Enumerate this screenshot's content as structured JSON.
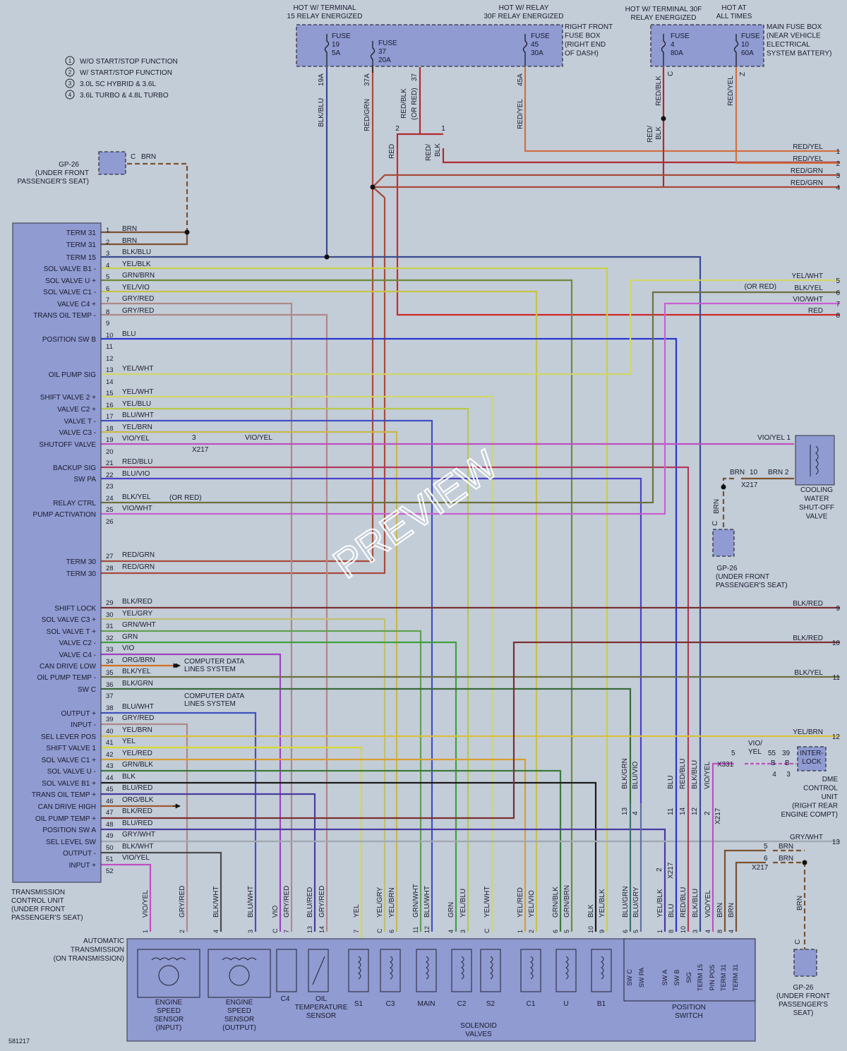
{
  "drawing_number": "581217",
  "watermark": "PREVIEW",
  "legend": [
    {
      "num": "1",
      "text": "W/O START/STOP FUNCTION"
    },
    {
      "num": "2",
      "text": "W/ START/STOP FUNCTION"
    },
    {
      "num": "3",
      "text": "3.0L SC HYBRID & 3.6L"
    },
    {
      "num": "4",
      "text": "3.6L TURBO & 4.8L TURBO"
    }
  ],
  "headers": {
    "hot15": [
      "HOT W/ TERMINAL",
      "15 RELAY ENERGIZED"
    ],
    "hot30f": [
      "HOT W/ RELAY",
      "30F RELAY ENERGIZED"
    ],
    "hotterm30f": [
      "HOT W/ TERMINAL 30F",
      "RELAY ENERGIZED"
    ],
    "hotall": [
      "HOT AT",
      "ALL TIMES"
    ]
  },
  "right_fuse_box": [
    "RIGHT FRONT",
    "FUSE BOX",
    "(RIGHT END",
    "OF DASH)"
  ],
  "main_fuse_box": [
    "MAIN FUSE BOX",
    "(NEAR VEHICLE",
    "ELECTRICAL",
    "SYSTEM BATTERY)"
  ],
  "fuses": [
    {
      "lines": [
        "FUSE",
        "19",
        "5A"
      ]
    },
    {
      "lines": [
        "FUSE",
        "37",
        "20A"
      ]
    },
    {
      "lines": [
        "FUSE",
        "45",
        "30A"
      ]
    },
    {
      "lines": [
        "FUSE",
        "4",
        "80A"
      ]
    },
    {
      "lines": [
        "FUSE",
        "10",
        "60A"
      ]
    }
  ],
  "fuse_pins": {
    "f19": "19A",
    "f37": "37A",
    "f37b": "37",
    "f45": "45A",
    "f4": "C",
    "f10": "Z"
  },
  "top_wire_labels": {
    "w19": "BLK/BLU",
    "w37": "RED/GRN",
    "w37b": "RED/BLK",
    "w37b_alt": "(OR RED)",
    "w45": "RED/YEL",
    "w4a": "RED/BLK",
    "w4b": "RED/",
    "w4b2": "BLK",
    "w10": "RED/YEL",
    "red": "RED",
    "redblk1": "RED/",
    "redblk2": "BLK",
    "opt2": "2",
    "opt1": "1"
  },
  "right_top_wires": [
    {
      "label": "RED/YEL",
      "num": "1"
    },
    {
      "label": "RED/YEL",
      "num": "2"
    },
    {
      "label": "RED/GRN",
      "num": "3"
    },
    {
      "label": "RED/GRN",
      "num": "4"
    }
  ],
  "right_mid_wires": [
    {
      "label": "YEL/WHT",
      "num": "5"
    },
    {
      "label": "BLK/YEL",
      "num": "6",
      "alt": "(OR RED)"
    },
    {
      "label": "VIO/WHT",
      "num": "7"
    },
    {
      "label": "RED",
      "num": "8"
    }
  ],
  "right_low_wires": [
    {
      "label": "BLK/RED",
      "num": "9"
    },
    {
      "label": "BLK/RED",
      "num": "10"
    },
    {
      "label": "BLK/YEL",
      "num": "11"
    },
    {
      "label": "YEL/BRN",
      "num": "12"
    },
    {
      "label": "GRY/WHT",
      "num": "13"
    }
  ],
  "gp26": {
    "name": "GP-26",
    "loc": [
      "(UNDER FRONT",
      "PASSENGER'S SEAT)"
    ],
    "loc_b": [
      "(UNDER FRONT",
      "PASSENGER'S",
      "SEAT)"
    ],
    "pin": "C",
    "wire": "BRN"
  },
  "tcu_label": [
    "TRANSMISSION",
    "CONTROL UNIT",
    "(UNDER FRONT",
    "PASSENGER'S SEAT)"
  ],
  "tcu_pins": [
    {
      "n": "1",
      "name": "TERM 31",
      "wire": "BRN"
    },
    {
      "n": "2",
      "name": "TERM 31",
      "wire": "BRN"
    },
    {
      "n": "3",
      "name": "TERM 15",
      "wire": "BLK/BLU"
    },
    {
      "n": "4",
      "name": "SOL VALVE B1 -",
      "wire": "YEL/BLK"
    },
    {
      "n": "5",
      "name": "SOL VALVE U +",
      "wire": "GRN/BRN"
    },
    {
      "n": "6",
      "name": "SOL VALVE C1 -",
      "wire": "YEL/VIO"
    },
    {
      "n": "7",
      "name": "VALVE C4 +",
      "wire": "GRY/RED"
    },
    {
      "n": "8",
      "name": "TRANS OIL TEMP -",
      "wire": "GRY/RED"
    },
    {
      "n": "9",
      "name": "",
      "wire": ""
    },
    {
      "n": "10",
      "name": "POSITION SW B",
      "wire": "BLU"
    },
    {
      "n": "11",
      "name": "",
      "wire": ""
    },
    {
      "n": "12",
      "name": "",
      "wire": ""
    },
    {
      "n": "13",
      "name": "OIL PUMP SIG",
      "wire": "YEL/WHT"
    },
    {
      "n": "14",
      "name": "",
      "wire": ""
    },
    {
      "n": "15",
      "name": "SHIFT VALVE 2 +",
      "wire": "YEL/WHT"
    },
    {
      "n": "16",
      "name": "VALVE C2 +",
      "wire": "YEL/BLU"
    },
    {
      "n": "17",
      "name": "VALVE T -",
      "wire": "BLU/WHT"
    },
    {
      "n": "18",
      "name": "VALVE C3 -",
      "wire": "YEL/BRN"
    },
    {
      "n": "19",
      "name": "SHUTOFF VALVE",
      "wire": "VIO/YEL"
    },
    {
      "n": "20",
      "name": "",
      "wire": ""
    },
    {
      "n": "21",
      "name": "BACKUP SIG",
      "wire": "RED/BLU"
    },
    {
      "n": "22",
      "name": "SW PA",
      "wire": "BLU/VIO"
    },
    {
      "n": "23",
      "name": "",
      "wire": ""
    },
    {
      "n": "24",
      "name": "RELAY CTRL",
      "wire": "BLK/YEL",
      "alt": "(OR RED)"
    },
    {
      "n": "25",
      "name": "PUMP ACTIVATION",
      "wire": "VIO/WHT"
    },
    {
      "n": "26",
      "name": "",
      "wire": ""
    },
    {
      "n": "27",
      "name": "TERM 30",
      "wire": "RED/GRN"
    },
    {
      "n": "28",
      "name": "TERM 30",
      "wire": "RED/GRN"
    },
    {
      "n": "29",
      "name": "SHIFT LOCK",
      "wire": "BLK/RED"
    },
    {
      "n": "30",
      "name": "SOL VALVE C3 +",
      "wire": "YEL/GRY"
    },
    {
      "n": "31",
      "name": "SOL VALVE T +",
      "wire": "GRN/WHT"
    },
    {
      "n": "32",
      "name": "VALVE C2 -",
      "wire": "GRN"
    },
    {
      "n": "33",
      "name": "VALVE C4 -",
      "wire": "VIO"
    },
    {
      "n": "34",
      "name": "CAN DRIVE LOW",
      "wire": "ORG/BRN"
    },
    {
      "n": "35",
      "name": "OIL PUMP TEMP -",
      "wire": "BLK/YEL"
    },
    {
      "n": "36",
      "name": "SW C",
      "wire": "BLK/GRN"
    },
    {
      "n": "37",
      "name": "",
      "wire": ""
    },
    {
      "n": "38",
      "name": "OUTPUT +",
      "wire": "BLU/WHT"
    },
    {
      "n": "39",
      "name": "INPUT -",
      "wire": "GRY/RED"
    },
    {
      "n": "40",
      "name": "SEL LEVER POS",
      "wire": "YEL/BRN"
    },
    {
      "n": "41",
      "name": "SHIFT VALVE 1",
      "wire": "YEL"
    },
    {
      "n": "42",
      "name": "SOL VALVE C1 +",
      "wire": "YEL/RED"
    },
    {
      "n": "43",
      "name": "SOL VALVE U -",
      "wire": "GRN/BLK"
    },
    {
      "n": "44",
      "name": "SOL VALVE B1 +",
      "wire": "BLK"
    },
    {
      "n": "45",
      "name": "TRANS OIL TEMP +",
      "wire": "BLU/RED"
    },
    {
      "n": "46",
      "name": "CAN DRIVE HIGH",
      "wire": "ORG/BLK"
    },
    {
      "n": "47",
      "name": "OIL PUMP TEMP +",
      "wire": "BLK/RED"
    },
    {
      "n": "48",
      "name": "POSITION SW A",
      "wire": "BLU/RED"
    },
    {
      "n": "49",
      "name": "SEL LEVEL SW",
      "wire": "GRY/WHT"
    },
    {
      "n": "50",
      "name": "OUTPUT -",
      "wire": "BLK/WHT"
    },
    {
      "n": "51",
      "name": "INPUT +",
      "wire": "VIO/YEL"
    },
    {
      "n": "52",
      "name": "",
      "wire": ""
    }
  ],
  "cds": [
    "COMPUTER DATA",
    "LINES SYSTEM"
  ],
  "x217": "X217",
  "x331": "X331",
  "shutoff_conn_pin": "3",
  "shutoff_wire": "VIO/YEL",
  "cooling": {
    "label": [
      "COOLING",
      "WATER",
      "SHUT-OFF",
      "VALVE"
    ],
    "wire_in": "VIO/YEL 1",
    "brn_a": "BRN",
    "pin10": "10",
    "brn_b": "BRN 2",
    "vert": "BRN"
  },
  "interlock": {
    "label": [
      "INTER-",
      "LOCK"
    ],
    "dme": [
      "DME",
      "CONTROL",
      "UNIT",
      "(RIGHT REAR",
      "ENGINE COMPT)"
    ],
    "wire": [
      "VIO/",
      "YEL"
    ],
    "p5": "5",
    "p55": "55",
    "p39": "39",
    "b": "B",
    "c4": "4",
    "c3": "3"
  },
  "brn_right": {
    "p5": "5",
    "p6": "6",
    "w": "BRN",
    "vert": "BRN"
  },
  "pos_conn": {
    "wires": [
      "BLK/GRN",
      "BLU/VIO",
      "BLU",
      "RED/BLU",
      "BLK/BLU",
      "VIO/YEL"
    ],
    "pins": [
      "13",
      "4",
      "11",
      "14",
      "12",
      "2"
    ],
    "pin_x": "2"
  },
  "bottom_wires": [
    "VIO/YEL",
    "GRY/RED",
    "BLK/WHT",
    "BLU/WHT",
    "VIO",
    "GRY/RED",
    "BLU/RED",
    "GRY/RED",
    "YEL",
    "YEL/GRY",
    "YEL/BRN",
    "GRN/WHT",
    "BLU/WHT",
    "GRN",
    "YEL/BLU",
    "YEL/WHT",
    "YEL/RED",
    "YEL/VIO",
    "GRN/BLK",
    "GRN/BRN",
    "BLK",
    "YEL/BLK",
    "BLU/GRN",
    "BLU/GRY",
    "YEL/BLK",
    "BLU",
    "RED/BLU",
    "BLK/BLU",
    "VIO/YEL",
    "BRN",
    "BRN"
  ],
  "bottom_pins": [
    "1",
    "2",
    "4",
    "3",
    "C",
    "7",
    "13",
    "14",
    "7",
    "C",
    "6",
    "11",
    "12",
    "4",
    "3",
    "C",
    "1",
    "2",
    "6",
    "5",
    "10",
    "9",
    "6",
    "5",
    "1",
    "8",
    "10",
    "3",
    "4",
    "8",
    "4"
  ],
  "atrans_label": [
    "AUTOMATIC",
    "TRANSMISSION",
    "(ON TRANSMISSION)"
  ],
  "components": {
    "ess_in": [
      "ENGINE",
      "SPEED",
      "SENSOR",
      "(INPUT)"
    ],
    "ess_out": [
      "ENGINE",
      "SPEED",
      "SENSOR",
      "(OUTPUT)"
    ],
    "c4": "C4",
    "oil": [
      "OIL",
      "TEMPERATURE",
      "SENSOR"
    ],
    "sols": [
      "S1",
      "C3",
      "MAIN",
      "C2",
      "S2",
      "C1",
      "U",
      "B1"
    ],
    "sol_label": [
      "SOLENOID",
      "VALVES"
    ],
    "pos_label": [
      "POSITION",
      "SWITCH"
    ],
    "pos_terms": [
      "SW C",
      "SW PA",
      "SW A",
      "SW B",
      "SIG",
      "TERM 15",
      "P/N POS",
      "TERM 31",
      "TERM 31"
    ]
  },
  "colors": {
    "BRN": "#7a5230",
    "BLKBLU": "#3b4a8c",
    "YELBLK": "#c8cf4a",
    "GRNBRN": "#6e8a3a",
    "YELVIO": "#c8c24a",
    "GRYRED": "#b08888",
    "BLU": "#2a35d0",
    "YELWHT": "#d0d66a",
    "YELBLU": "#b8c84a",
    "BLUWHT": "#4050c0",
    "YELBRN": "#c8b84a",
    "VIOYEL": "#c050c0",
    "REDBLU": "#b03a60",
    "BLUVIO": "#4a40c8",
    "BLKYEL": "#6e7040",
    "VIOWHT": "#c860d0",
    "REDGRN": "#a84a3a",
    "RED": "#d02828",
    "REDYEL": "#d07040",
    "REDBLK": "#b02a30",
    "BLKRED": "#7a3030",
    "YELGRY": "#c0c070",
    "GRNWHT": "#60a050",
    "GRN": "#40a040",
    "VIO": "#a040c0",
    "ORG": "#d07020",
    "BLKGRN": "#3a6a3a",
    "YEL": "#d8d830",
    "YELRED": "#d8a030",
    "GRNBLK": "#3a7a3a",
    "BLK": "#1a1a1a",
    "BLURED": "#4a3aa0",
    "ORGBLK": "#a05a30",
    "GRYWHT": "#a0a8b0",
    "BLKWHT": "#4a4a4a",
    "BLUGRN": "#3a7070",
    "BLUGRY": "#6070a0",
    "YELBRN2": "#d8c040"
  }
}
